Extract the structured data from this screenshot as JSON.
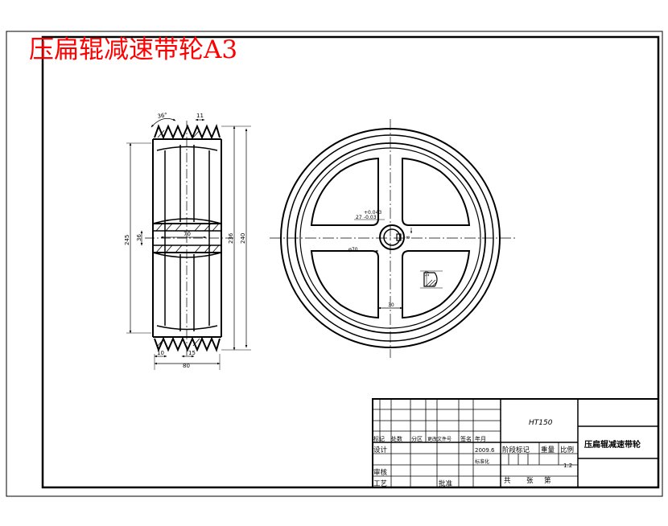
{
  "drawing": {
    "title": "压扁辊减速带轮A3",
    "title_color": "#ff0000",
    "line_color": "#000000"
  },
  "side_view": {
    "dimensions": {
      "groove_angle": "36°",
      "groove_pitch_top": "11",
      "bottom_pitch_1": "10",
      "bottom_pitch_2": "15",
      "overall_width": "80",
      "outer_diameter": "240",
      "pitch_diameter": "236",
      "rim_inner_diameter": "245",
      "bore_diameter": "36",
      "hub_length": "70"
    }
  },
  "front_view": {
    "dimensions": {
      "keyway_depth_main": "27",
      "keyway_tol_upper": "+0.043",
      "keyway_tol_lower": "-0.03",
      "hub_diameter": "φ70",
      "key_width": "8",
      "spoke_width": "30",
      "spoke_section": "17"
    }
  },
  "title_block": {
    "material": "HT150",
    "part_name": "压扁辊减速带轮",
    "row_labels": [
      "标记",
      "处数",
      "分区",
      "更改文件号",
      "签名",
      "年月"
    ],
    "design": "设计",
    "standardize": "标准化",
    "stage_mark": "阶段标记",
    "weight": "重量",
    "scale": "比例",
    "scale_value": "1:2",
    "review": "审核",
    "process": "工艺",
    "approve": "批准",
    "sheets_total": "共",
    "sheet_label": "张",
    "sheet_no": "第",
    "date_fragment": "2009.6"
  }
}
